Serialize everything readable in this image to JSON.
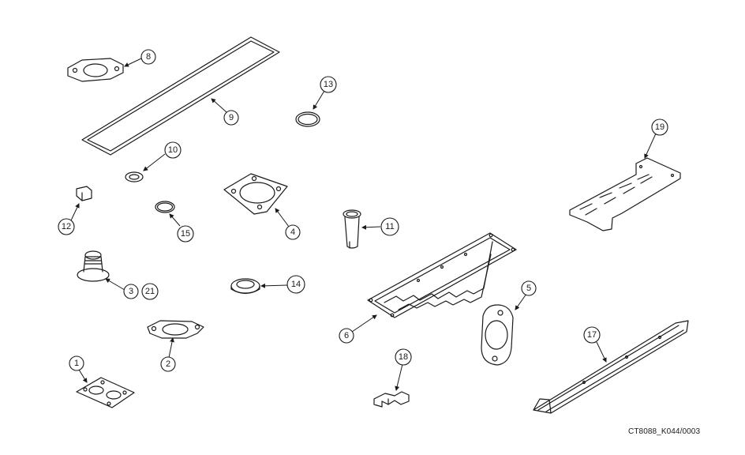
{
  "figure_code": "CT8088_K044/0003",
  "callouts": {
    "c1": "1",
    "c2": "2",
    "c3": "3",
    "c4": "4",
    "c5": "5",
    "c6": "6",
    "c8": "8",
    "c9": "9",
    "c10": "10",
    "c11": "11",
    "c12": "12",
    "c13": "13",
    "c14": "14",
    "c15": "15",
    "c17": "17",
    "c18": "18",
    "c19": "19",
    "c21": "21"
  }
}
